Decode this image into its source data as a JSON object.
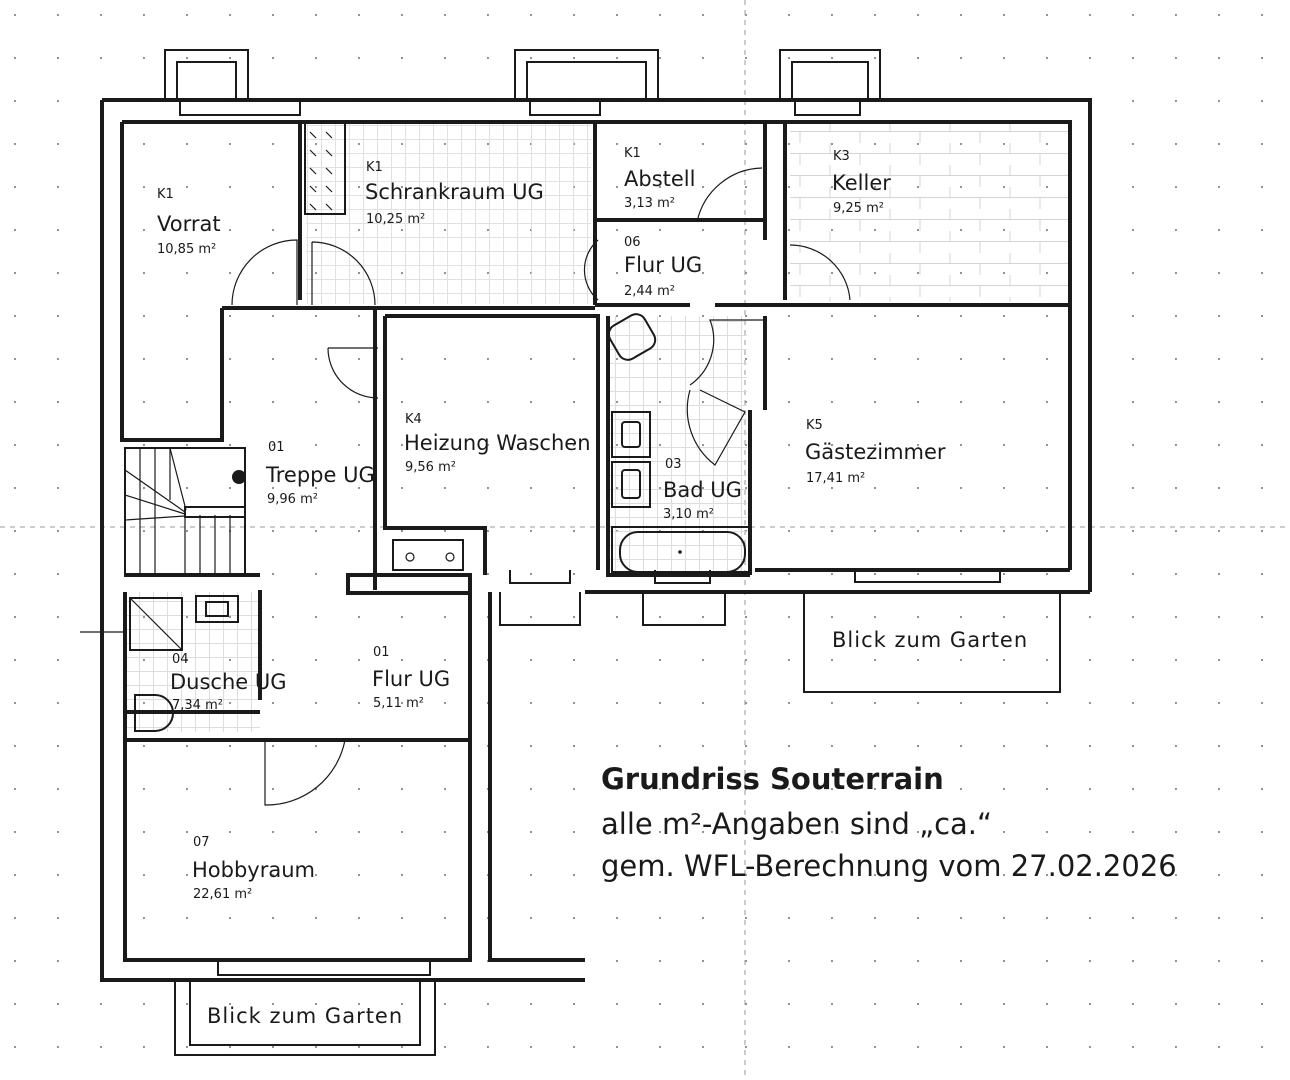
{
  "rooms": [
    {
      "id": "vorrat",
      "code": "K1",
      "name": "Vorrat",
      "area": "10,85 m²"
    },
    {
      "id": "schrankraum",
      "code": "K1",
      "name": "Schrankraum UG",
      "area": "10,25 m²"
    },
    {
      "id": "abstell",
      "code": "K1",
      "name": "Abstell",
      "area": "3,13 m²"
    },
    {
      "id": "keller",
      "code": "K3",
      "name": "Keller",
      "area": "9,25 m²"
    },
    {
      "id": "flur-ug-top",
      "code": "06",
      "name": "Flur UG",
      "area": "2,44 m²"
    },
    {
      "id": "treppe",
      "code": "01",
      "name": "Treppe UG",
      "area": "9,96 m²"
    },
    {
      "id": "heizung",
      "code": "K4",
      "name": "Heizung Waschen",
      "area": "9,56 m²"
    },
    {
      "id": "bad",
      "code": "03",
      "name": "Bad UG",
      "area": "3,10 m²"
    },
    {
      "id": "gaeste",
      "code": "K5",
      "name": "Gästezimmer",
      "area": "17,41 m²"
    },
    {
      "id": "dusche",
      "code": "04",
      "name": "Dusche UG",
      "area": "7,34 m²"
    },
    {
      "id": "flur-ug-bottom",
      "code": "01",
      "name": "Flur UG",
      "area": "5,11 m²"
    },
    {
      "id": "hobby",
      "code": "07",
      "name": "Hobbyraum",
      "area": "22,61 m²"
    }
  ],
  "views": {
    "garden_right": "Blick zum Garten",
    "garden_bottom": "Blick zum Garten"
  },
  "caption": {
    "title": "Grundriss Souterrain",
    "line1": "alle m²-Angaben sind „ca.“",
    "line2": "gem. WFL-Berechnung  vom 27.02.2026"
  }
}
